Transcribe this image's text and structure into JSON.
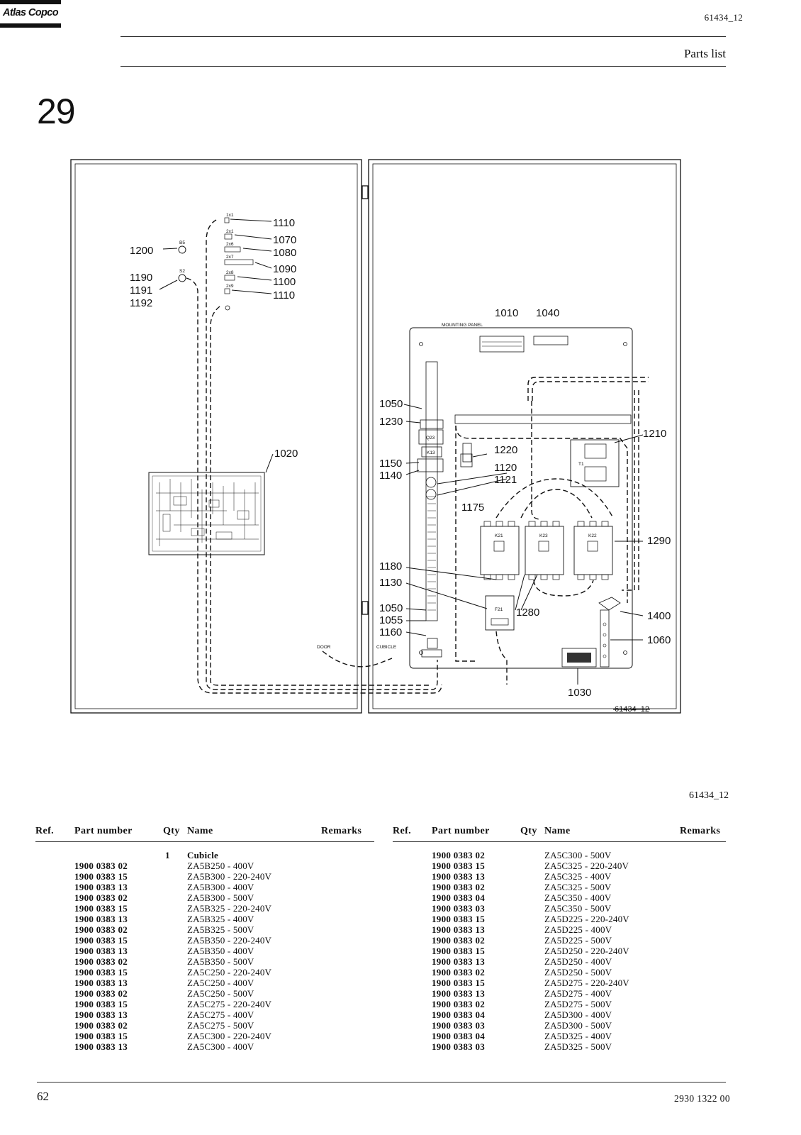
{
  "header": {
    "doc_code": "61434_12",
    "brand": "Atlas Copco",
    "section_title": "Parts list",
    "chapter_number": "29"
  },
  "figure": {
    "figure_code": "61434_12",
    "callouts": [
      "1110",
      "1070",
      "1080",
      "1090",
      "1100",
      "1110",
      "1200",
      "1190",
      "1191",
      "1192",
      "1010",
      "1040",
      "1020",
      "1050",
      "1230",
      "1150",
      "1140",
      "1220",
      "1120",
      "1121",
      "1175",
      "1210",
      "1290",
      "1180",
      "1130",
      "1050",
      "1055",
      "1160",
      "1280",
      "1400",
      "1060",
      "1030"
    ],
    "small_labels": {
      "mounting_panel": "MOUNTING PANEL",
      "door": "DOOR",
      "cubicle": "CUBICLE",
      "q23": "Q23",
      "k13": "K13",
      "t1": "T1",
      "k21": "K21",
      "k23": "K23",
      "k22": "K22",
      "f21": "F21",
      "b5": "B5",
      "s2": "S2",
      "x1": "1x1",
      "x2": "2x1",
      "x6": "2x6",
      "x7": "2x7",
      "x8": "2x8",
      "x9": "2x9"
    }
  },
  "table_headers": {
    "ref": "Ref.",
    "part_number": "Part number",
    "qty": "Qty",
    "name": "Name",
    "remarks": "Remarks"
  },
  "parts_left": [
    {
      "qty": "1",
      "name": "Cubicle",
      "part": "",
      "bold": true
    },
    {
      "part": "1900 0383 02",
      "name": "ZA5B250 - 400V"
    },
    {
      "part": "1900 0383 15",
      "name": "ZA5B300 - 220-240V"
    },
    {
      "part": "1900 0383 13",
      "name": "ZA5B300 - 400V"
    },
    {
      "part": "1900 0383 02",
      "name": "ZA5B300 - 500V"
    },
    {
      "part": "1900 0383 15",
      "name": "ZA5B325 - 220-240V"
    },
    {
      "part": "1900 0383 13",
      "name": "ZA5B325 - 400V"
    },
    {
      "part": "1900 0383 02",
      "name": "ZA5B325 - 500V"
    },
    {
      "part": "1900 0383 15",
      "name": "ZA5B350 - 220-240V"
    },
    {
      "part": "1900 0383 13",
      "name": "ZA5B350 - 400V"
    },
    {
      "part": "1900 0383 02",
      "name": "ZA5B350 - 500V"
    },
    {
      "part": "1900 0383 15",
      "name": "ZA5C250 - 220-240V"
    },
    {
      "part": "1900 0383 13",
      "name": "ZA5C250 - 400V"
    },
    {
      "part": "1900 0383 02",
      "name": "ZA5C250 - 500V"
    },
    {
      "part": "1900 0383 15",
      "name": "ZA5C275 - 220-240V"
    },
    {
      "part": "1900 0383 13",
      "name": "ZA5C275 - 400V"
    },
    {
      "part": "1900 0383 02",
      "name": "ZA5C275 - 500V"
    },
    {
      "part": "1900 0383 15",
      "name": "ZA5C300 - 220-240V"
    },
    {
      "part": "1900 0383 13",
      "name": "ZA5C300 - 400V"
    }
  ],
  "parts_right": [
    {
      "part": "1900 0383 02",
      "name": "ZA5C300 - 500V"
    },
    {
      "part": "1900 0383 15",
      "name": "ZA5C325 - 220-240V"
    },
    {
      "part": "1900 0383 13",
      "name": "ZA5C325 - 400V"
    },
    {
      "part": "1900 0383 02",
      "name": "ZA5C325 - 500V"
    },
    {
      "part": "1900 0383 04",
      "name": "ZA5C350 - 400V"
    },
    {
      "part": "1900 0383 03",
      "name": "ZA5C350 - 500V"
    },
    {
      "part": "1900 0383 15",
      "name": "ZA5D225 - 220-240V"
    },
    {
      "part": "1900 0383 13",
      "name": "ZA5D225 - 400V"
    },
    {
      "part": "1900 0383 02",
      "name": "ZA5D225 - 500V"
    },
    {
      "part": "1900 0383 15",
      "name": "ZA5D250 - 220-240V"
    },
    {
      "part": "1900 0383 13",
      "name": "ZA5D250 - 400V"
    },
    {
      "part": "1900 0383 02",
      "name": "ZA5D250 - 500V"
    },
    {
      "part": "1900 0383 15",
      "name": "ZA5D275 - 220-240V"
    },
    {
      "part": "1900 0383 13",
      "name": "ZA5D275 - 400V"
    },
    {
      "part": "1900 0383 02",
      "name": "ZA5D275 - 500V"
    },
    {
      "part": "1900 0383 04",
      "name": "ZA5D300 - 400V"
    },
    {
      "part": "1900 0383 03",
      "name": "ZA5D300 - 500V"
    },
    {
      "part": "1900 0383 04",
      "name": "ZA5D325 - 400V"
    },
    {
      "part": "1900 0383 03",
      "name": "ZA5D325 - 500V"
    }
  ],
  "footer": {
    "page_number": "62",
    "doc_number": "2930 1322 00"
  }
}
